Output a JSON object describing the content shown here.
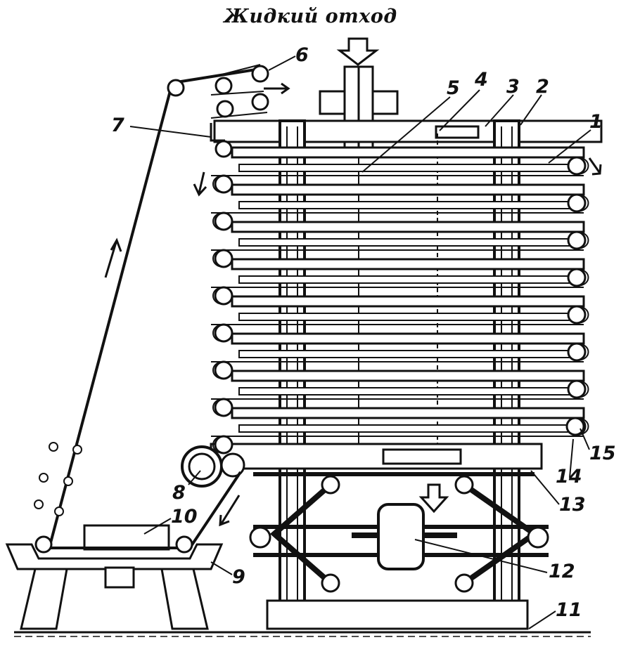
{
  "diagram": {
    "title": "Жидкий отход",
    "callouts": [
      {
        "id": "c1",
        "text": "1"
      },
      {
        "id": "c2",
        "text": "2"
      },
      {
        "id": "c3",
        "text": "3"
      },
      {
        "id": "c4",
        "text": "4"
      },
      {
        "id": "c5",
        "text": "5"
      },
      {
        "id": "c6",
        "text": "6"
      },
      {
        "id": "c7",
        "text": "7"
      },
      {
        "id": "c8",
        "text": "8"
      },
      {
        "id": "c9",
        "text": "9"
      },
      {
        "id": "c10",
        "text": "10"
      },
      {
        "id": "c11",
        "text": "11"
      },
      {
        "id": "c12",
        "text": "12"
      },
      {
        "id": "c13",
        "text": "13"
      },
      {
        "id": "c14",
        "text": "14"
      },
      {
        "id": "c15",
        "text": "15"
      }
    ]
  },
  "colors": {
    "ink": "#111111",
    "paper": "#ffffff"
  }
}
